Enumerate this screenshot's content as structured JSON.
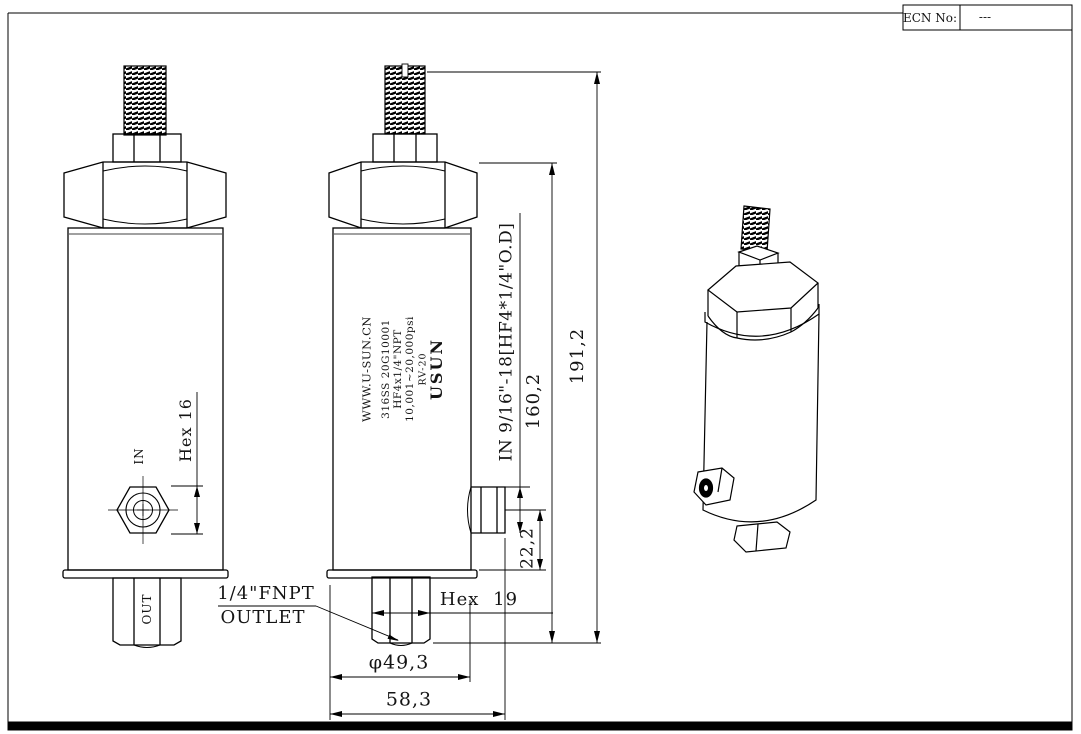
{
  "sheet": {
    "ecn": {
      "label": "ECN No:",
      "value": "---"
    },
    "front_view": {
      "in_port_label": "IN",
      "hex_dim": "Hex 16",
      "out_label": "OUT"
    },
    "section_view": {
      "brand": "USUN",
      "model": "RV-20",
      "pressure_range": "10,001~20,000psi",
      "connection": "HF4x1/4\"NPT",
      "material_serial": "316SS 20G10001",
      "website": "WWW.U-SUN.CN",
      "inlet_label": "IN 9/16\"-18[HF4*1/4\"O.D]",
      "outlet_callout": {
        "line1": "1/4\"FNPT",
        "line2": "OUTLET"
      }
    },
    "dimensions": {
      "overall_height": "191,2",
      "body_height": "160,2",
      "inlet_offset": "22,2",
      "outlet_hex": "Hex 19",
      "body_diameter": "φ49,3",
      "overall_width": "58,3"
    }
  }
}
